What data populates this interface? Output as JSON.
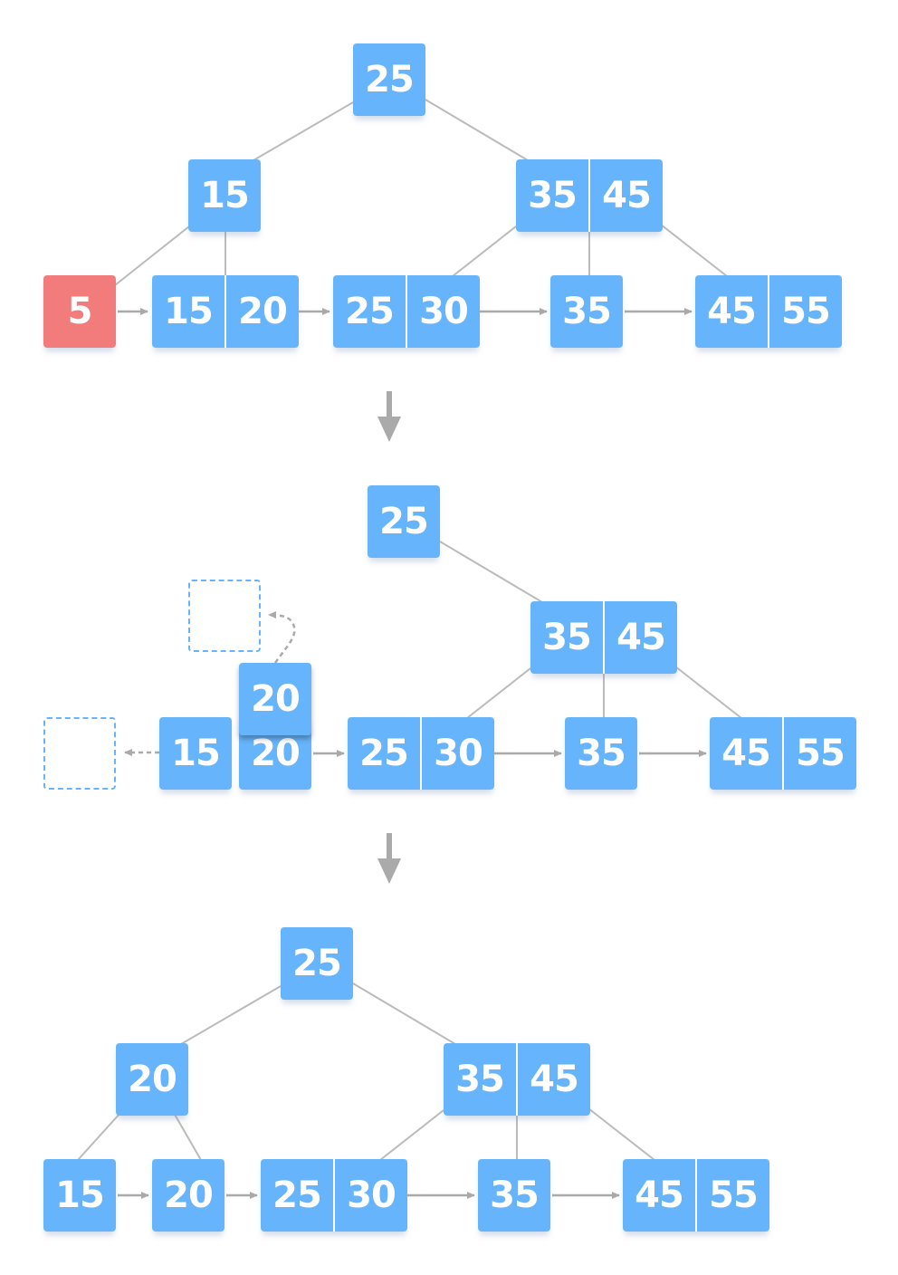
{
  "colors": {
    "node_fill": "#66b4fb",
    "highlight_fill": "#f27c7c",
    "edge": "#bbbbbb",
    "arrow": "#aaaaaa",
    "text": "#ffffff"
  },
  "stages": [
    {
      "root": [
        "25"
      ],
      "internal": [
        [
          "15"
        ],
        [
          "35",
          "45"
        ]
      ],
      "leaves": [
        [
          "5"
        ],
        [
          "15",
          "20"
        ],
        [
          "25",
          "30"
        ],
        [
          "35"
        ],
        [
          "45",
          "55"
        ]
      ],
      "highlighted_key": "5"
    },
    {
      "root": [
        "25"
      ],
      "internal": [
        [
          "35",
          "45"
        ]
      ],
      "leaves": [
        [
          "15"
        ],
        [
          "20"
        ],
        [
          "25",
          "30"
        ],
        [
          "35"
        ],
        [
          "45",
          "55"
        ]
      ],
      "moving_key": "20"
    },
    {
      "root": [
        "25"
      ],
      "internal": [
        [
          "20"
        ],
        [
          "35",
          "45"
        ]
      ],
      "leaves": [
        [
          "15"
        ],
        [
          "20"
        ],
        [
          "25",
          "30"
        ],
        [
          "35"
        ],
        [
          "45",
          "55"
        ]
      ]
    }
  ]
}
